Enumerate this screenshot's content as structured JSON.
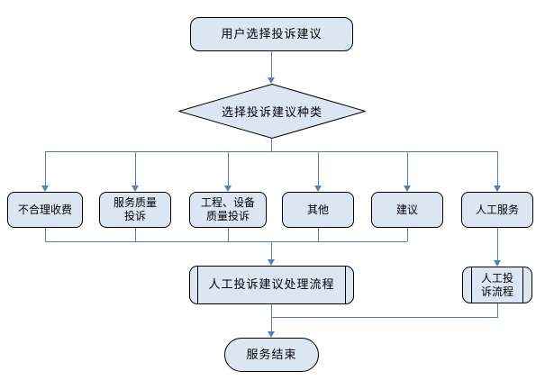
{
  "diagram": {
    "type": "flowchart",
    "background": "#ffffff",
    "colors": {
      "shape_fill": "#dce6f2",
      "shape_border": "#000000",
      "connector": "#4f81bd",
      "text": "#000000"
    },
    "nodes": {
      "start": {
        "shape": "terminator",
        "label": "用户选择投诉建议"
      },
      "decision": {
        "shape": "diamond",
        "label": "选择投诉建议种类"
      },
      "cat_unreasonable_fee": {
        "shape": "rounded-rect",
        "label": "不合理收费"
      },
      "cat_service_quality": {
        "shape": "rounded-rect",
        "lines": [
          "服务质量",
          "投诉"
        ]
      },
      "cat_engineering_equipment": {
        "shape": "rounded-rect",
        "lines": [
          "工程、设备",
          "质量投诉"
        ]
      },
      "cat_other": {
        "shape": "rounded-rect",
        "label": "其他"
      },
      "cat_suggestion": {
        "shape": "rounded-rect",
        "label": "建议"
      },
      "cat_manual_service": {
        "shape": "rounded-rect",
        "label": "人工服务"
      },
      "proc_manual_complaint_suggestion": {
        "shape": "predefined-process",
        "label": "人工投诉建议处理流程"
      },
      "proc_manual_complaint": {
        "shape": "predefined-process",
        "lines": [
          "人工投",
          "诉流程"
        ]
      },
      "end": {
        "shape": "terminator",
        "label": "服务结束"
      }
    },
    "edges": [
      "start -> decision",
      "decision -> cat_unreasonable_fee",
      "decision -> cat_service_quality",
      "decision -> cat_engineering_equipment",
      "decision -> cat_other",
      "decision -> cat_suggestion",
      "decision -> cat_manual_service",
      "cat_unreasonable_fee -> proc_manual_complaint_suggestion",
      "cat_service_quality -> proc_manual_complaint_suggestion",
      "cat_engineering_equipment -> proc_manual_complaint_suggestion",
      "cat_other -> proc_manual_complaint_suggestion",
      "cat_suggestion -> proc_manual_complaint_suggestion",
      "cat_manual_service -> proc_manual_complaint",
      "proc_manual_complaint_suggestion -> end",
      "proc_manual_complaint -> end"
    ]
  }
}
